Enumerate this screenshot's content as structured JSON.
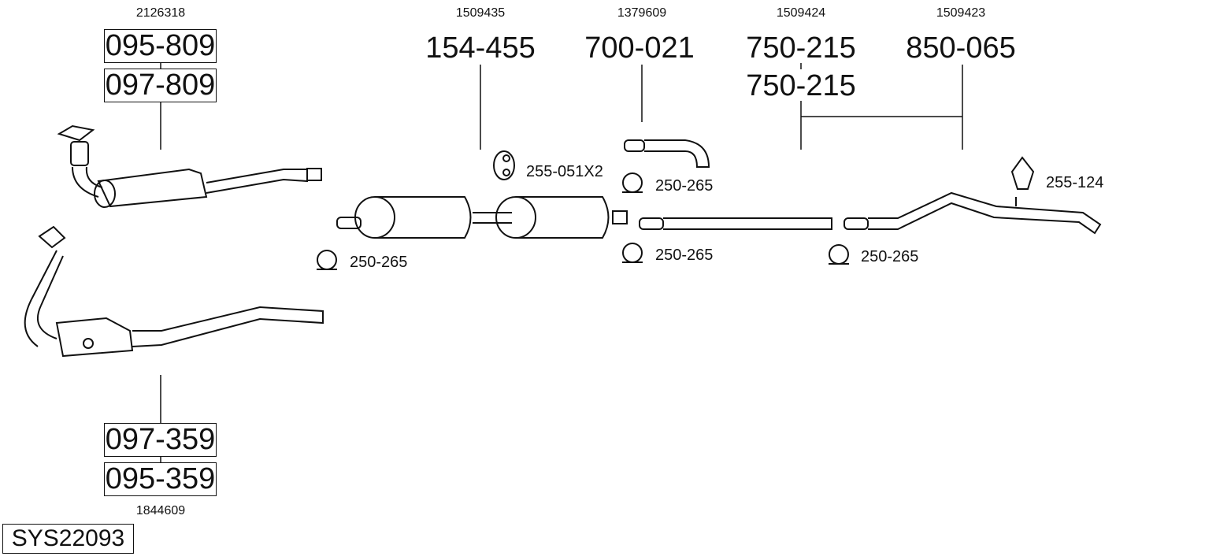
{
  "system_id": "SYS22093",
  "groups": [
    {
      "ref": "2126318",
      "parts": [
        "095-809",
        "097-809"
      ]
    },
    {
      "ref": "1844609",
      "parts": [
        "097-359",
        "095-359"
      ]
    },
    {
      "ref": "1509435",
      "parts": [
        "154-455"
      ]
    },
    {
      "ref": "1379609",
      "parts": [
        "700-021"
      ]
    },
    {
      "ref": "1509424",
      "parts": [
        "750-215",
        "750-215"
      ]
    },
    {
      "ref": "1509423",
      "parts": [
        "850-065"
      ]
    }
  ],
  "accessories": {
    "hanger_mid": "255-051X2",
    "clamp_tailpipe": "250-265",
    "clamp_front": "250-265",
    "clamp_mid": "250-265",
    "clamp_rear": "250-265",
    "hanger_rear": "255-124"
  }
}
